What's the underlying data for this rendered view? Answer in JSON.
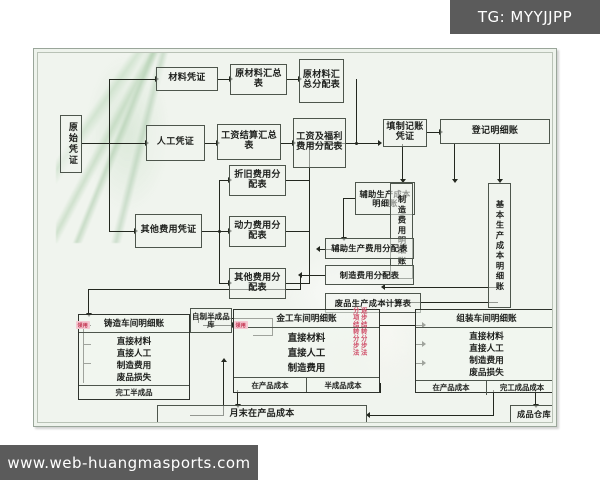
{
  "overlay": {
    "tg_badge": "TG: MYYJJPP",
    "watermark": "www.web-huangmasports.com"
  },
  "diagram": {
    "nodes": {
      "yuanshi_pingzheng": "原始凭证",
      "cailiao_pingzheng": "材料凭证",
      "rengong_pingzheng": "人工凭证",
      "qita_feiyong_pingzheng": "其他费用凭证",
      "yuancailiao_huizongbiao": "原材料汇总表",
      "yuancailiao_huizong_fenpeibiao": "原材料汇总分配表",
      "gongzi_jiesuan_huizongbiao": "工资结算汇总表",
      "gongzi_fuli_fenpeibiao": "工资及福利费用分配表",
      "zhejiu_feiyong_fenpeibiao": "折旧费用分配表",
      "dongli_feiyong_fenpeibiao": "动力费用分配表",
      "qita_feiyong_fenpeibiao": "其他费用分配表",
      "tianzhi_jizhang_pingzheng": "填制记账凭证",
      "dengji_mingxizhang": "登记明细账",
      "fuzhu_shengchan_chengben_mingxizhang": "辅助生产成本明细账",
      "zhizao_feiyong_mingxizhang": "制造费用明细账",
      "jiben_shengchan_chengben_mingxizhang": "基本生产成本明细账",
      "fuzhu_shengchan_feiyong_fenpeibiao": "辅助生产费用分配表",
      "zhizao_feiyong_fenpeibiao": "制造费用分配表",
      "feipin_shengchan_chengben_jisuanbiao": "废品生产成本计算表",
      "zizhi_banchengpin_ku": "自制半成品库",
      "yuemo_zaichanpin_chengben": "月末在产品成本",
      "chengpin_cangku": "成品仓库"
    },
    "panels": {
      "zhuzao": {
        "header": "铸造车间明细账",
        "items": [
          "直接材料",
          "直接人工",
          "制造费用",
          "废品损失"
        ],
        "footer": [
          "完工半成品"
        ]
      },
      "jingong": {
        "header": "金工车间明细账",
        "items": [
          "直接材料",
          "直接人工",
          "制造费用"
        ],
        "footer": [
          "在产品成本",
          "半成品成本"
        ]
      },
      "zuzhuang": {
        "header": "组装车间明细账",
        "items": [
          "直接材料",
          "直接人工",
          "制造费用",
          "废品损失"
        ],
        "footer": [
          "在产品成本",
          "完工成品成本"
        ]
      }
    },
    "annotations": {
      "red_col_left": "分项结转分步法",
      "red_col_right": "逐步结转分步法",
      "red_tag_jingong": "领用",
      "red_tag_zhuzao": "领用"
    },
    "colors": {
      "frame_bg": "#f0f4ee",
      "line": "#23271f",
      "red_accent": "#d0506a",
      "badge_bg": "#5b5b5b",
      "fern_green": "#6ca56c"
    }
  }
}
